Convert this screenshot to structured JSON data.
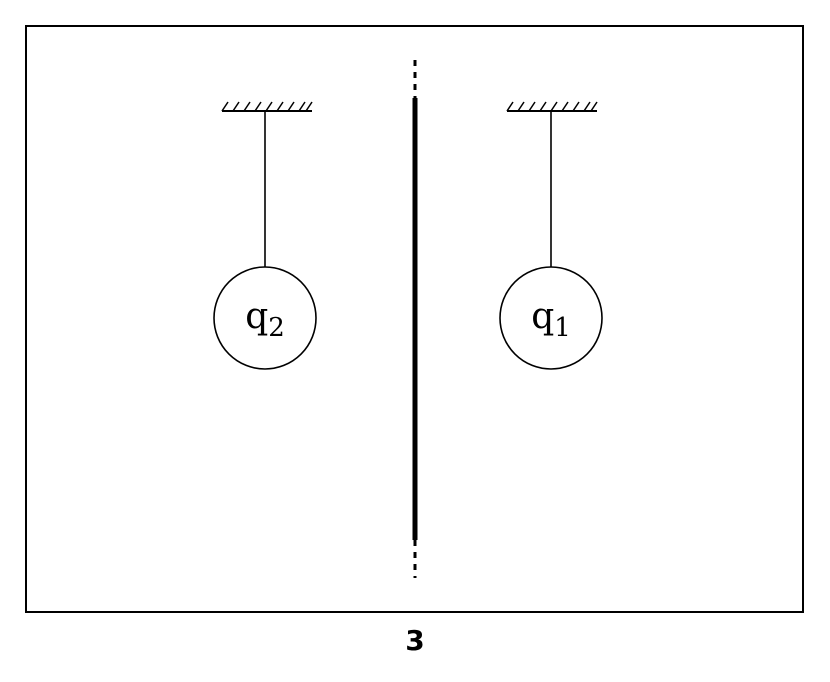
{
  "charges": [
    {
      "symbol": "q",
      "index": "2"
    },
    {
      "symbol": "q",
      "index": "1"
    }
  ],
  "figure_number": "3"
}
